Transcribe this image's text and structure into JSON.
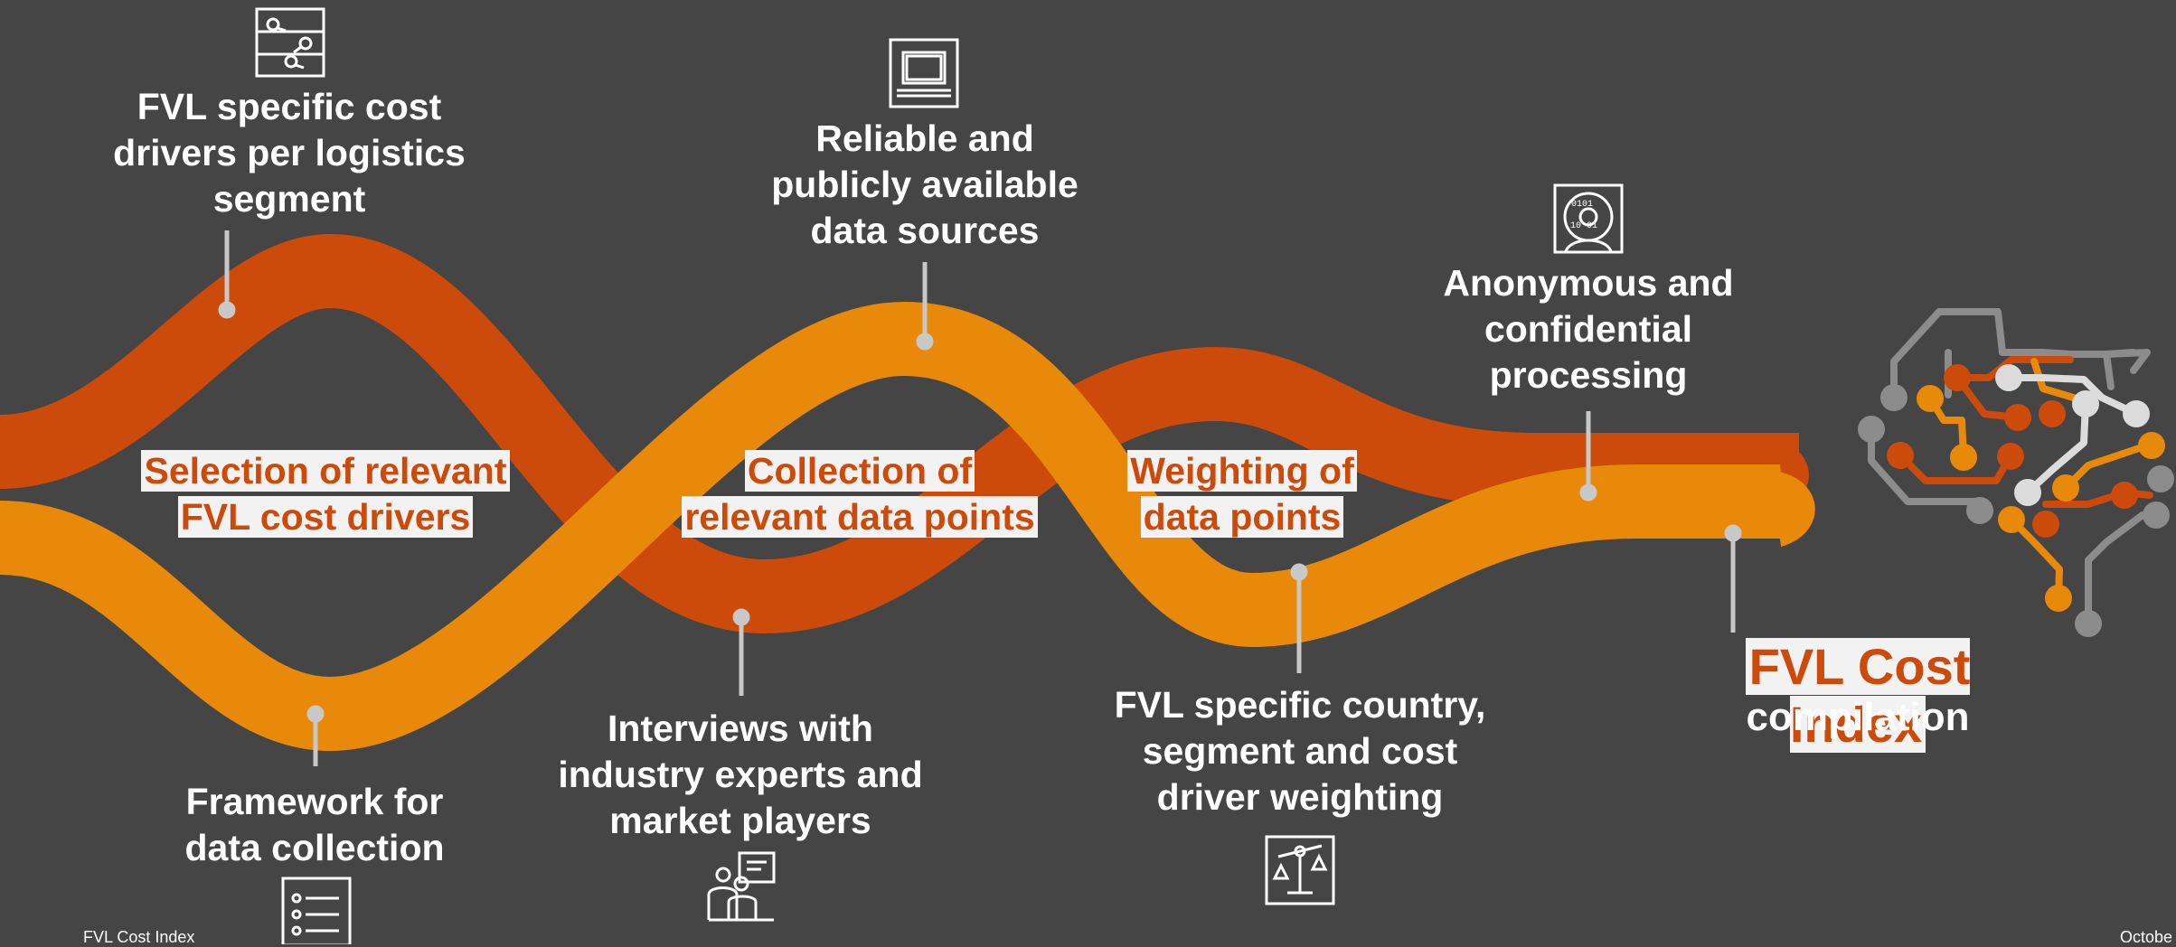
{
  "colors": {
    "background": "#454545",
    "dark_orange": "#cc4a0a",
    "light_orange": "#e8890a",
    "connector": "#c8c8c8",
    "white": "#ffffff"
  },
  "top_captions": {
    "cost_drivers": [
      "FVL specific cost",
      "drivers per logistics",
      "segment"
    ],
    "data_sources": [
      "Reliable and",
      "publicly available",
      "data sources"
    ],
    "anonymous": [
      "Anonymous and",
      "confidential",
      "processing"
    ]
  },
  "bottom_captions": {
    "framework": [
      "Framework for",
      "data collection"
    ],
    "interviews": [
      "Interviews with",
      "industry experts and",
      "market players"
    ],
    "weighting": [
      "FVL specific country,",
      "segment and cost",
      "driver weighting"
    ]
  },
  "stages": {
    "selection": [
      "Selection of relevant",
      "FVL cost drivers"
    ],
    "collection": [
      "Collection of",
      "relevant data points"
    ],
    "weighting": [
      "Weighting of",
      "data points"
    ]
  },
  "final": {
    "title": "FVL Cost Index",
    "subtitle": "compilation"
  },
  "icons": {
    "cost_drivers": "sliders-icon",
    "data_sources": "laptop-icon",
    "anonymous": "binary-person-icon",
    "framework": "checklist-icon",
    "interviews": "presentation-icon",
    "weighting": "balance-scale-icon",
    "brain": "circuit-brain-icon"
  },
  "footer": {
    "left": "FVL Cost Index",
    "right": "Octobe"
  }
}
